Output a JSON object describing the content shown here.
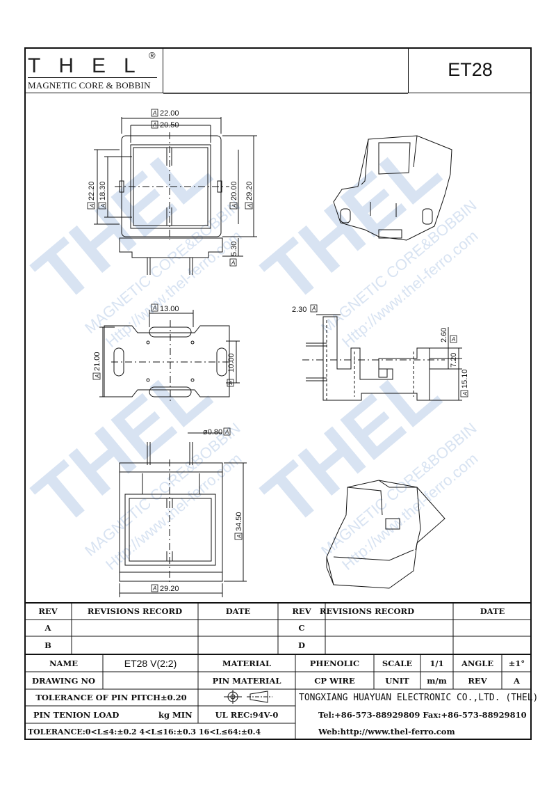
{
  "header": {
    "logo_word": "THEL",
    "logo_mark": "®",
    "logo_sub": "MAGNETIC CORE & BOBBIN",
    "part": "ET28"
  },
  "watermark": {
    "word": "THEL",
    "line1": "MAGNETIC CORE&BOBBIN",
    "line2": "Http://www.thel-ferro.com"
  },
  "dimensions": {
    "top_width_outer": "22.00",
    "top_width_inner": "20.50",
    "top_height_outer": "22.20",
    "top_height_inner": "18.30",
    "top_right_inner": "20.00",
    "top_right_outer": "29.20",
    "pin_length": "5.30",
    "bottom_width": "13.00",
    "bottom_height": "21.00",
    "bottom_inner": "10.00",
    "side_flange": "2.30",
    "side_dim1": "2.60",
    "side_dim2": "7.20",
    "side_dim3": "15.10",
    "pin_dia": "ø0.80",
    "front_height": "34.50",
    "front_width": "29.20",
    "datum": "A"
  },
  "revision": {
    "rev_h": "REV",
    "record_h": "REVISIONS RECORD",
    "date_h": "DATE",
    "rows_left": [
      "A",
      "B"
    ],
    "rows_right": [
      "C",
      "D"
    ]
  },
  "title_block": {
    "name_label": "NAME",
    "name_value": "ET28 V(2:2)",
    "material_label": "MATERIAL",
    "material_value": "PHENOLIC",
    "scale_label": "SCALE",
    "scale_value": "1/1",
    "angle_label": "ANGLE",
    "angle_value": "±1°",
    "drawing_no_label": "DRAWING NO",
    "pin_material_label": "PIN MATERIAL",
    "pin_material_value": "CP WIRE",
    "unit_label": "UNIT",
    "unit_value": "m/m",
    "rev_label": "REV",
    "rev_value": "A",
    "tol_pitch": "TOLERANCE OF PIN PITCH±0.20",
    "company": "TONGXIANG HUAYUAN ELECTRONIC CO.,LTD. (THEL)",
    "pin_tension_label": "PIN TENION LOAD",
    "pin_tension_unit": "kg MIN",
    "ul_rec": "UL REC:94V-0",
    "tel": "Tel:+86-573-88929809 Fax:+86-573-88929810",
    "tolerance": "TOLERANCE:0<L≤4:±0.2  4<L≤16:±0.3  16<L≤64:±0.4",
    "web": "Web:http://www.thel-ferro.com"
  }
}
